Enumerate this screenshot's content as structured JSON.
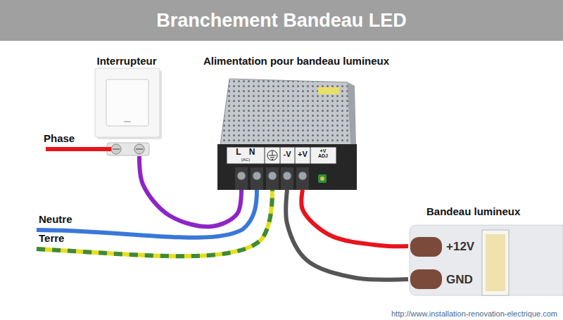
{
  "diagram": {
    "title": "Branchement Bandeau LED",
    "nodes": [
      {
        "text": [
          "Interrupteur"
        ]
      },
      {
        "text": [
          "Alimentation pour bandeau lumineux"
        ]
      },
      {
        "text": [
          "Bandeau lumineux"
        ]
      }
    ],
    "edges": [
      {
        "from": 0,
        "to": 1,
        "arrow": "none"
      },
      {
        "from": 1,
        "to": 2,
        "arrow": "none"
      },
      {
        "from": 1,
        "to": 2,
        "arrow": "none"
      }
    ],
    "labels": [
      "Phase",
      "Neutre",
      "Terre",
      "L",
      "N",
      "(AC)",
      "-V",
      "+V",
      "+V ADJ",
      "+12V",
      "GND",
      "http://www.installation-renovation-electrique.com"
    ]
  }
}
